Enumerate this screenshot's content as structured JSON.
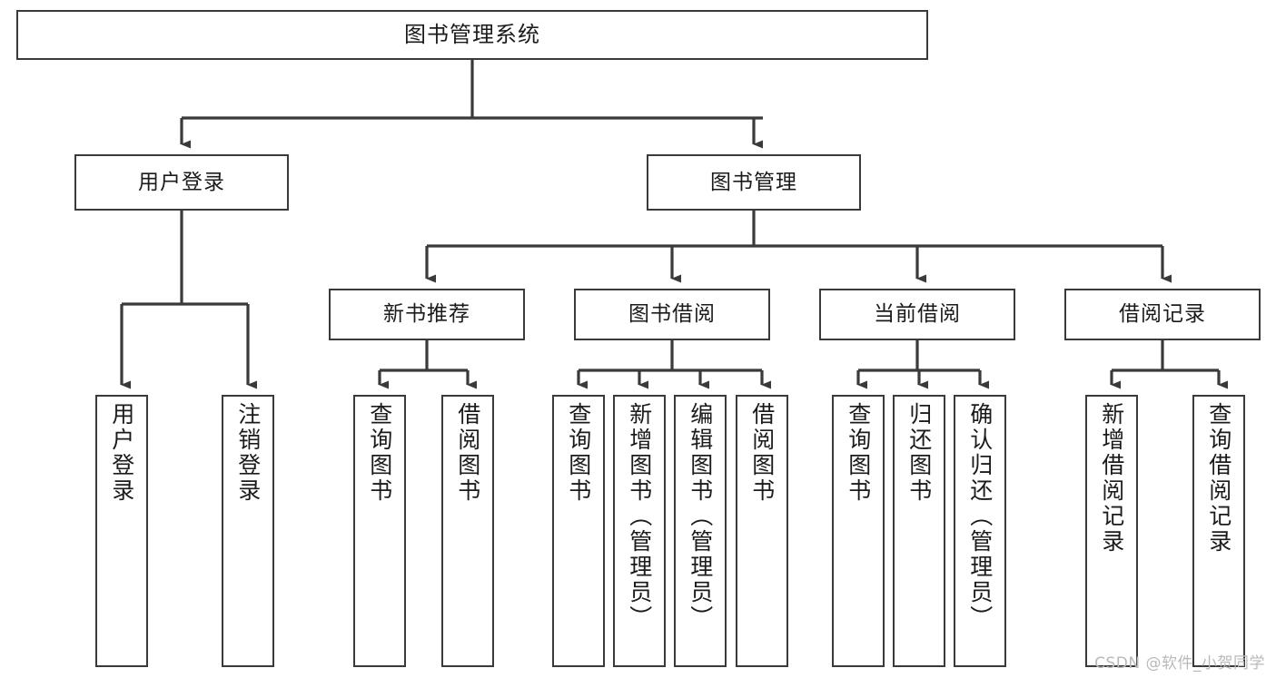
{
  "diagram": {
    "title": "图书管理系统",
    "watermark": "CSDN @软件_小贺同学",
    "colors": {
      "background": "#ffffff",
      "box_border": "#3a3a3a",
      "edge": "#3a3a3a",
      "text": "#1b1b1b",
      "watermark": "#b9b9b9"
    },
    "levels": {
      "root": "图书管理系统",
      "level2": [
        "用户登录",
        "图书管理"
      ],
      "level3": [
        "新书推荐",
        "图书借阅",
        "当前借阅",
        "借阅记录"
      ]
    },
    "nodes": {
      "root": {
        "label": "图书管理系统"
      },
      "user_login": {
        "label": "用户登录"
      },
      "book_manage": {
        "label": "图书管理"
      },
      "new_book_rec": {
        "label": "新书推荐"
      },
      "book_borrow": {
        "label": "图书借阅"
      },
      "current_borrow": {
        "label": "当前借阅"
      },
      "borrow_record": {
        "label": "借阅记录"
      },
      "leaf_user_login": {
        "label": "用户登录"
      },
      "leaf_user_logout": {
        "label": "注销登录"
      },
      "leaf_query_book_a": {
        "label": "查询图书"
      },
      "leaf_borrow_book_a": {
        "label": "借阅图书"
      },
      "leaf_query_book_b": {
        "label": "查询图书"
      },
      "leaf_add_book": {
        "label": "新增图书（管理员）"
      },
      "leaf_edit_book": {
        "label": "编辑图书（管理员）"
      },
      "leaf_borrow_book_b": {
        "label": "借阅图书"
      },
      "leaf_query_book_c": {
        "label": "查询图书"
      },
      "leaf_return_book": {
        "label": "归还图书"
      },
      "leaf_confirm_return": {
        "label": "确认归还（管理员）"
      },
      "leaf_add_record": {
        "label": "新增借阅记录"
      },
      "leaf_query_record": {
        "label": "查询借阅记录"
      }
    }
  }
}
